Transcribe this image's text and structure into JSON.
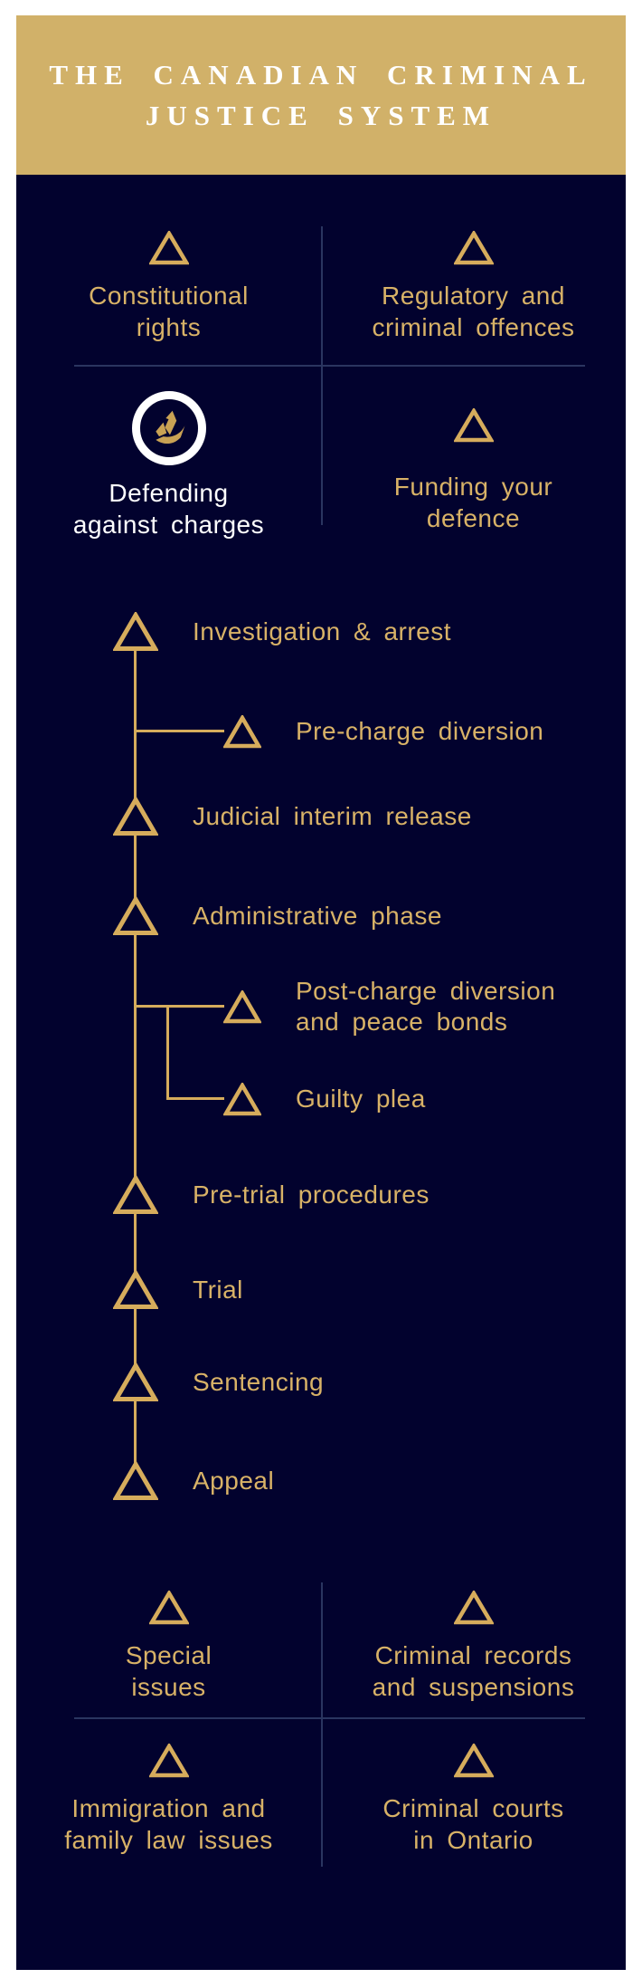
{
  "header": {
    "line1": "THE CANADIAN CRIMINAL",
    "line2": "JUSTICE SYSTEM"
  },
  "colors": {
    "band_gold": "#d1b169",
    "accent_gold": "#d6ac5c",
    "text_gold": "#d8b267",
    "panel_navy": "#02022e",
    "divider_blue": "#2a3560",
    "active_white": "#ffffff"
  },
  "top_grid": {
    "items": [
      {
        "id": "constitutional-rights",
        "line1": "Constitutional",
        "line2": "rights",
        "icon": "triangle-icon",
        "active": false
      },
      {
        "id": "regulatory-criminal-offences",
        "line1": "Regulatory and",
        "line2": "criminal offences",
        "icon": "triangle-icon",
        "active": false
      },
      {
        "id": "defending-against-charges",
        "line1": "Defending",
        "line2": "against charges",
        "icon": "firm-logo-badge",
        "active": true
      },
      {
        "id": "funding-your-defence",
        "line1": "Funding your",
        "line2": "defence",
        "icon": "triangle-icon",
        "active": false
      }
    ]
  },
  "flowchart": {
    "main_steps": [
      {
        "label": "Investigation & arrest"
      },
      {
        "label": "Judicial interim release"
      },
      {
        "label": "Administrative phase"
      },
      {
        "label": "Pre-trial procedures"
      },
      {
        "label": "Trial"
      },
      {
        "label": "Sentencing"
      },
      {
        "label": "Appeal"
      }
    ],
    "branch_steps": [
      {
        "line1": "Pre-charge diversion",
        "line2": ""
      },
      {
        "line1": "Post-charge diversion",
        "line2": "and peace bonds"
      },
      {
        "line1": "Guilty plea",
        "line2": ""
      }
    ]
  },
  "bottom_grid": {
    "items": [
      {
        "id": "special-issues",
        "line1": "Special",
        "line2": "issues"
      },
      {
        "id": "criminal-records-suspensions",
        "line1": "Criminal records",
        "line2": "and suspensions"
      },
      {
        "id": "immigration-family-law",
        "line1": "Immigration and",
        "line2": "family law issues"
      },
      {
        "id": "criminal-courts-ontario",
        "line1": "Criminal courts",
        "line2": "in Ontario"
      }
    ]
  }
}
